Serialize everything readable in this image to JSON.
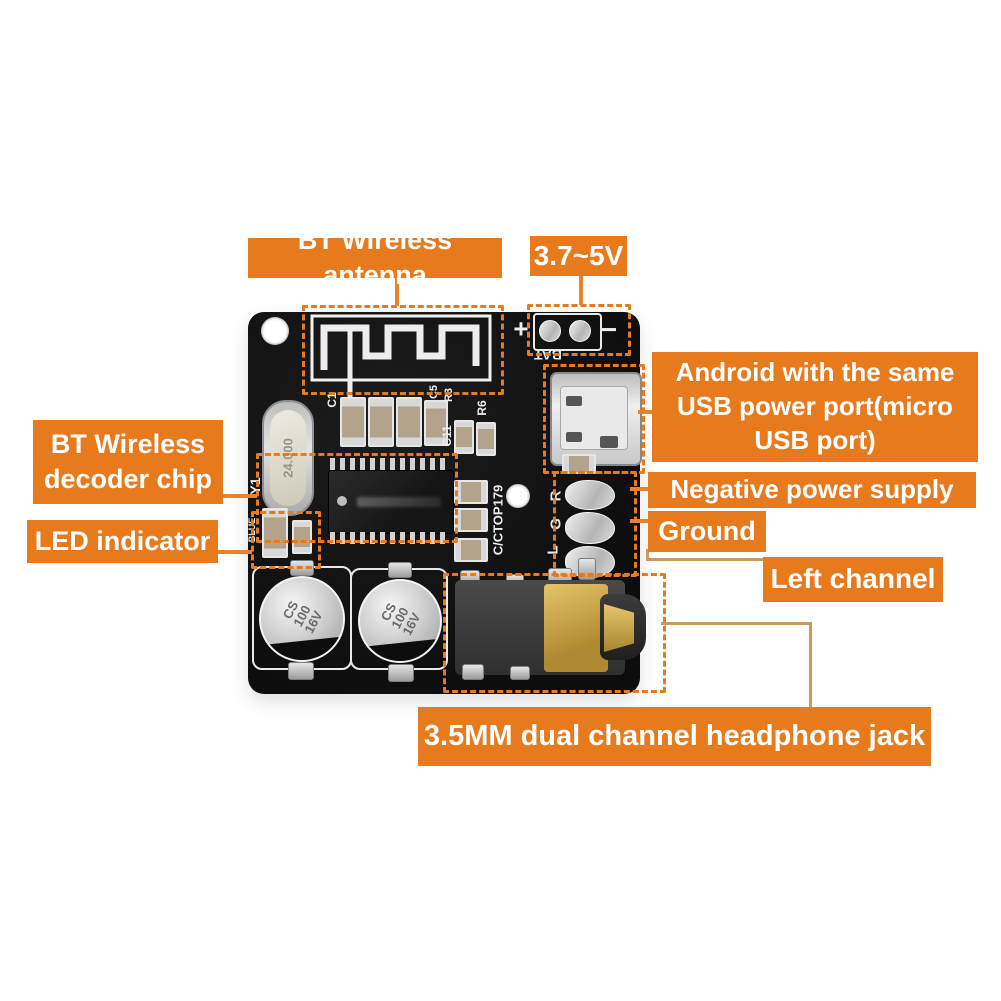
{
  "colors": {
    "accent_orange": "#E87A1E",
    "line_orange": "#E9822A",
    "thin_line_tan": "#C99B57",
    "board_black": "#121212",
    "silkscreen_white": "#EDEDED",
    "gold": "#C7A23F",
    "background": "#FFFFFF"
  },
  "callouts": {
    "antenna": {
      "label": "BT Wireless antenna"
    },
    "voltage": {
      "label": "3.7~5V"
    },
    "usb": {
      "label": "Android with the same\nUSB power port(micro\nUSB port)"
    },
    "negative": {
      "label": "Negative power supply"
    },
    "ground": {
      "label": "Ground"
    },
    "left_channel": {
      "label": "Left channel"
    },
    "decoder": {
      "label": "BT Wireless\ndecoder chip"
    },
    "led": {
      "label": "LED indicator"
    },
    "jack": {
      "label": "3.5MM dual channel headphone jack"
    }
  },
  "board_silkscreen": {
    "bat": "BAT",
    "plus": "+",
    "minus": "−",
    "y1": "Y1",
    "c1": "C1",
    "c5": "C5",
    "r3": "R3",
    "r6": "R6",
    "c11": "C11",
    "ctop": "C/CTOP179",
    "r": "R",
    "g": "G",
    "l": "L",
    "blue": "BLUE"
  },
  "component_markings": {
    "crystal": "24.000",
    "capacitor": "CS\n100\n16V"
  }
}
